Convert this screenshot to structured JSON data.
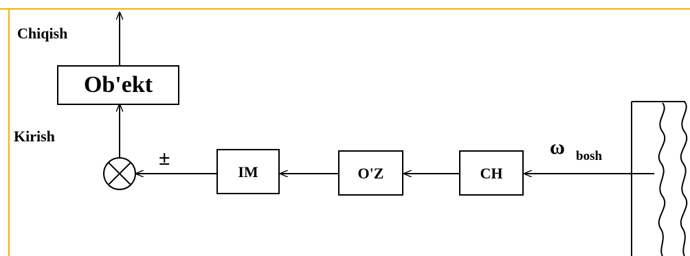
{
  "labels": {
    "output": "Chiqish",
    "input": "Kirish",
    "sign": "±",
    "setpoint_symbol": "ω",
    "setpoint_subscript": "bosh"
  },
  "blocks": {
    "object": "Ob'ekt",
    "im": "IM",
    "oz": "O'Z",
    "ch": "CH"
  },
  "colors": {
    "frame": "#f2b300",
    "line": "#000000"
  }
}
